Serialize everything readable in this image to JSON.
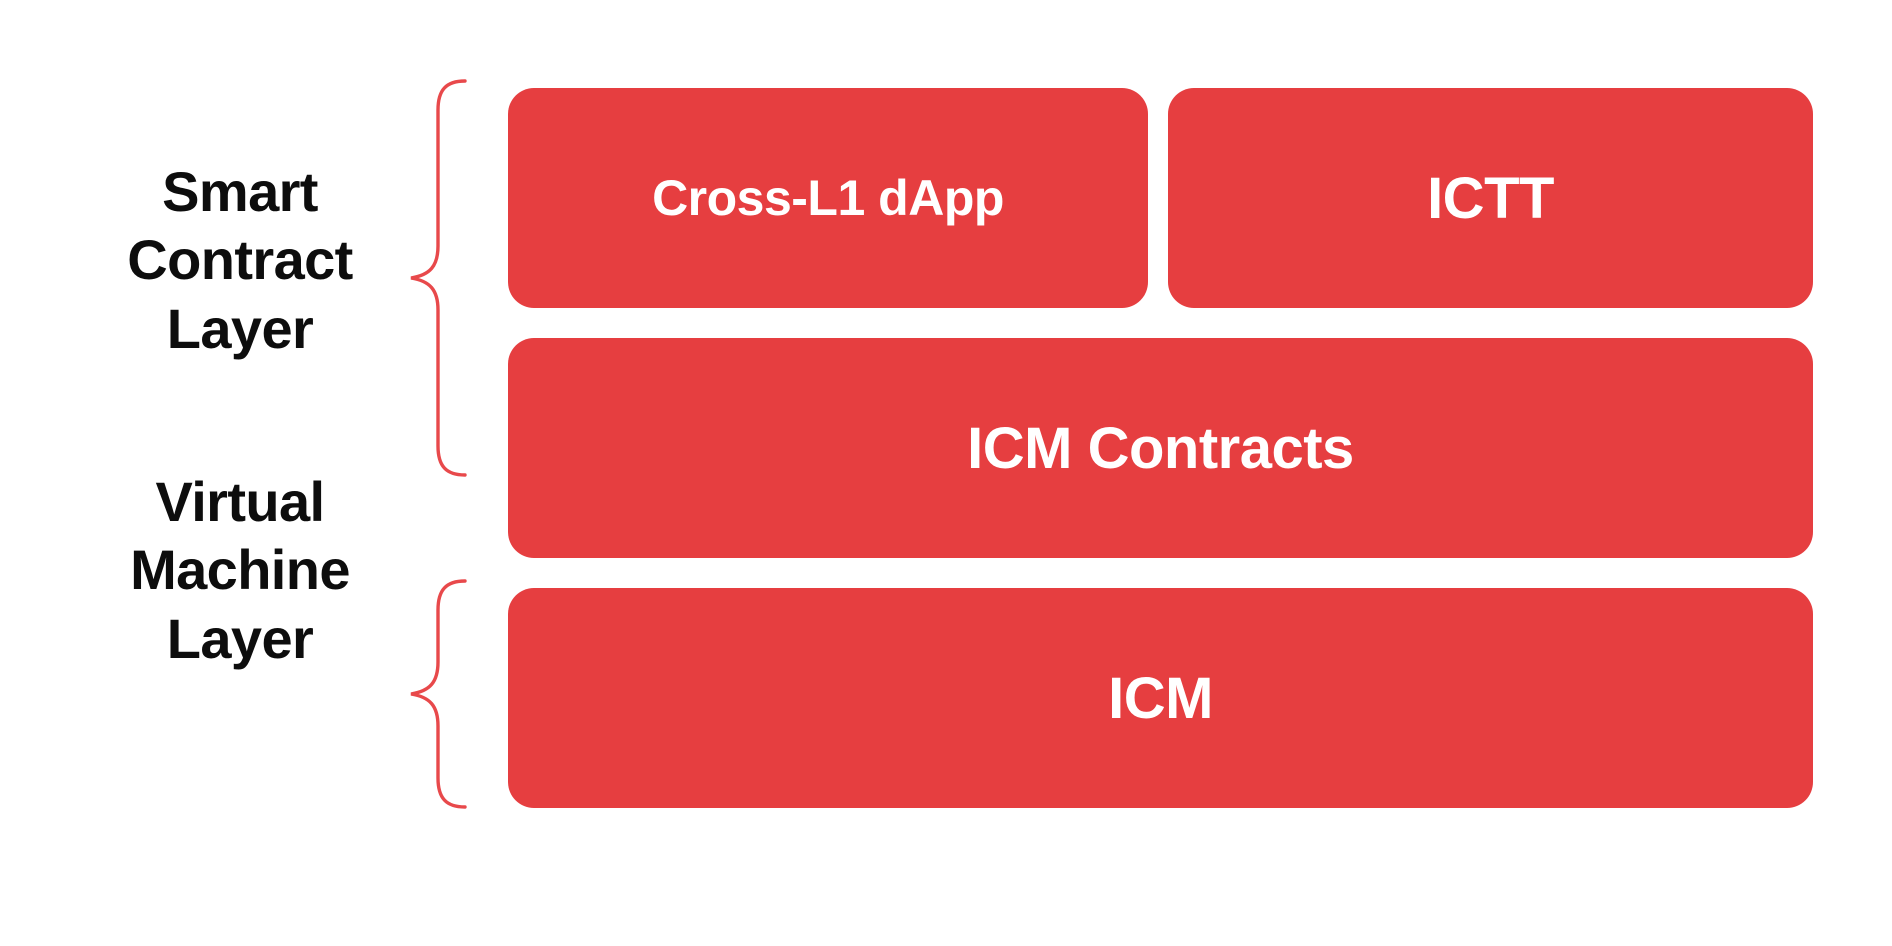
{
  "diagram": {
    "title": "Smart Contract Layer and Virtual Machine Layer stack",
    "background_color": "#FFFFFF",
    "box_color": "#E63E40",
    "box_text_color": "#FFFFFF",
    "label_text_color": "#0D0D0D",
    "brace_color": "#E8494B",
    "groups": [
      {
        "id": "smart-contract-layer",
        "label": "Smart\nContract\nLayer",
        "brace": "curly-brace-left",
        "rows": [
          {
            "id": "row-applications",
            "boxes": [
              {
                "id": "cross-l1-dapp",
                "label": "Cross-L1 dApp"
              },
              {
                "id": "ictt",
                "label": "ICTT"
              }
            ]
          },
          {
            "id": "row-icm-contracts",
            "boxes": [
              {
                "id": "icm-contracts",
                "label": "ICM Contracts"
              }
            ]
          }
        ]
      },
      {
        "id": "virtual-machine-layer",
        "label": "Virtual\nMachine\nLayer",
        "brace": "curly-brace-left",
        "rows": [
          {
            "id": "row-icm",
            "boxes": [
              {
                "id": "icm",
                "label": "ICM"
              }
            ]
          }
        ]
      }
    ]
  }
}
